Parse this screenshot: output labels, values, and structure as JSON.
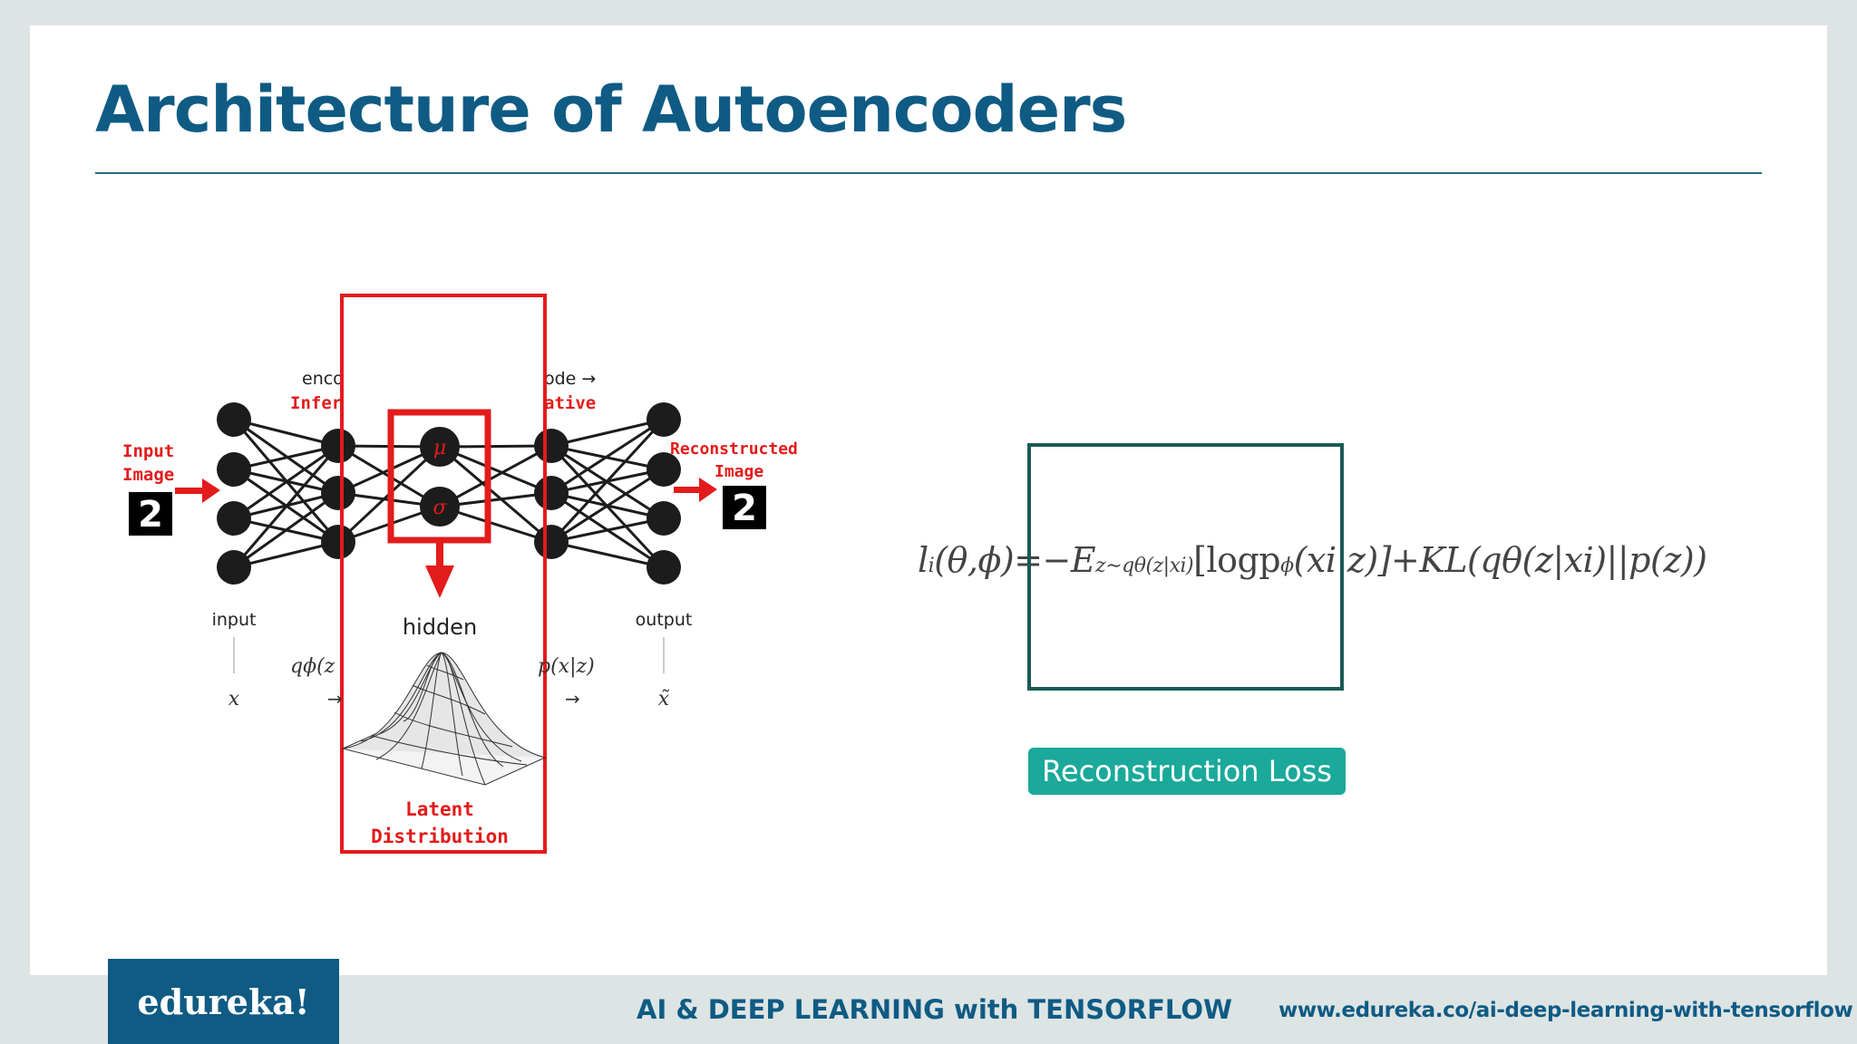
{
  "slide": {
    "title": "Architecture of Autoencoders"
  },
  "diagram": {
    "input_image_label_line1": "Input",
    "input_image_label_line2": "Image",
    "input_digit": "2",
    "encoder_label_top": "enco",
    "encoder_label_red": "Infer",
    "decoder_label_top": "ode →",
    "decoder_label_red": "ative",
    "mu_symbol": "μ",
    "sigma_symbol": "σ",
    "hidden_label": "hidden",
    "input_label": "input",
    "output_label": "output",
    "x_symbol": "x",
    "x_tilde_symbol": "x̃",
    "q_label": "qϕ(z",
    "p_label": "p(x|z)",
    "arrow_glyph": "→",
    "latent_line1": "Latent",
    "latent_line2": "Distribution",
    "output_label_line1": "Reconstructed",
    "output_label_line2": "Image",
    "output_digit": "2",
    "colors": {
      "red": "#e31b1b",
      "node": "#1c1c1c"
    }
  },
  "formula": {
    "part_l": "l",
    "part_i": "i",
    "part_args": "(θ,ϕ)=−E",
    "part_sub": "z∼qθ(z|xi)",
    "part_log": "[logp",
    "part_phi": "ϕ",
    "part_xi": "(xi|z)]+KL(qθ(z|xi)||p(z))"
  },
  "loss": {
    "label": "Reconstruction Loss",
    "colors": {
      "box_border": "#1a5a55",
      "badge": "#1aa99a"
    }
  },
  "footer": {
    "logo": "edureka!",
    "course": "AI & DEEP LEARNING with TENSORFLOW",
    "url": "www.edureka.co/ai-deep-learning-with-tensorflow"
  }
}
